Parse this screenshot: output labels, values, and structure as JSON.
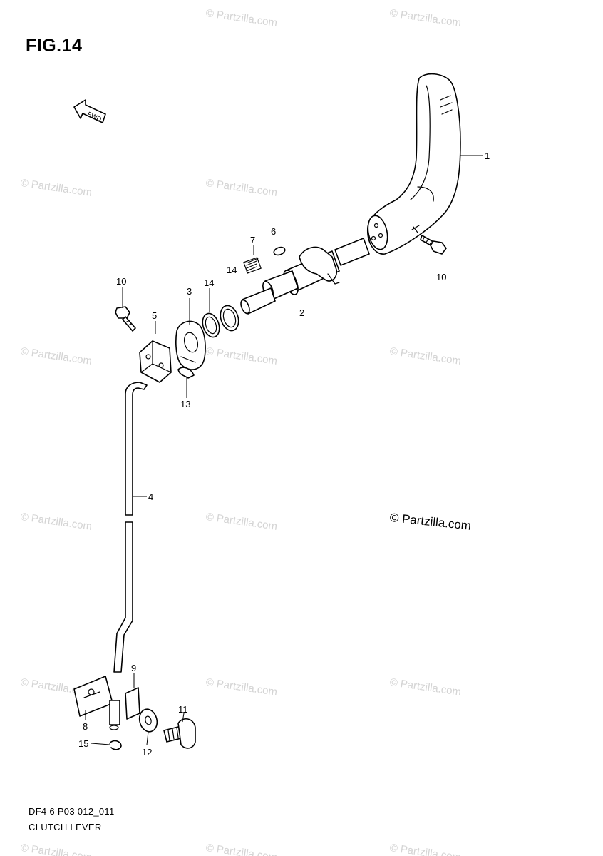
{
  "figure_title": "FIG.14",
  "footer": {
    "code": "DF4 6 P03 012_011",
    "name": "CLUTCH LEVER"
  },
  "copyright_text": "© Partzilla.com",
  "watermark_text": "© Partzilla.com",
  "front_arrow_label": "FWD",
  "callouts": {
    "part_1": "1",
    "part_2": "2",
    "part_3": "3",
    "part_4": "4",
    "part_5": "5",
    "part_6": "6",
    "part_7": "7",
    "part_8": "8",
    "part_9": "9",
    "part_10_top": "10",
    "part_10_left": "10",
    "part_11": "11",
    "part_12": "12",
    "part_13": "13",
    "part_14_upper": "14",
    "part_14_left": "14",
    "part_15": "15"
  }
}
